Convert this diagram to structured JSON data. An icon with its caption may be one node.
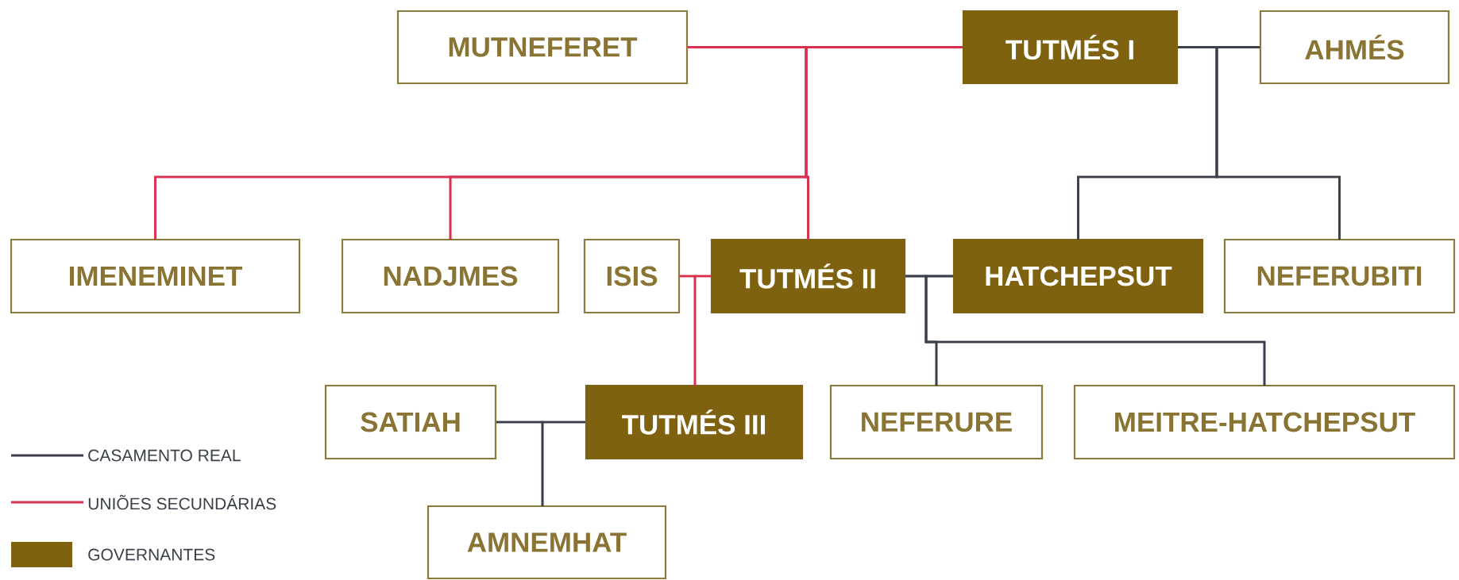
{
  "diagram": {
    "nodes": [
      {
        "text": [
          "MUTNEFERET"
        ]
      },
      {
        "text": [
          "TUTMÉS I"
        ]
      },
      {
        "text": [
          "AHMÉS"
        ]
      },
      {
        "text": [
          "IMENEMINET"
        ]
      },
      {
        "text": [
          "NADJMES"
        ]
      },
      {
        "text": [
          "ISIS"
        ]
      },
      {
        "text": [
          "TUTMÉS II"
        ]
      },
      {
        "text": [
          "HATCHEPSUT"
        ]
      },
      {
        "text": [
          "NEFERUBITI"
        ]
      },
      {
        "text": [
          "SATIAH"
        ]
      },
      {
        "text": [
          "TUTMÉS III"
        ]
      },
      {
        "text": [
          "NEFERURE"
        ]
      },
      {
        "text": [
          "MEITRE-HATCHEPSUT"
        ]
      },
      {
        "text": [
          "AMNEMHAT"
        ]
      }
    ],
    "edges": [
      {
        "from": 0,
        "to": 1,
        "arrow": "none",
        "color": "#d9304f"
      },
      {
        "from": 0,
        "to": 3,
        "arrow": "none",
        "color": "#d9304f"
      },
      {
        "from": 1,
        "to": 3,
        "arrow": "none",
        "color": "#d9304f"
      },
      {
        "from": 0,
        "to": 4,
        "arrow": "none",
        "color": "#d9304f"
      },
      {
        "from": 1,
        "to": 4,
        "arrow": "none",
        "color": "#d9304f"
      },
      {
        "from": 0,
        "to": 6,
        "arrow": "none",
        "color": "#d9304f"
      },
      {
        "from": 1,
        "to": 6,
        "arrow": "none",
        "color": "#d9304f"
      },
      {
        "from": 1,
        "to": 2,
        "arrow": "none"
      },
      {
        "from": 1,
        "to": 7,
        "arrow": "none"
      },
      {
        "from": 2,
        "to": 7,
        "arrow": "none"
      },
      {
        "from": 1,
        "to": 8,
        "arrow": "none"
      },
      {
        "from": 2,
        "to": 8,
        "arrow": "none"
      },
      {
        "from": 5,
        "to": 6,
        "arrow": "none",
        "color": "#d9304f"
      },
      {
        "from": 5,
        "to": 10,
        "arrow": "none",
        "color": "#d9304f"
      },
      {
        "from": 6,
        "to": 10,
        "arrow": "none",
        "color": "#d9304f"
      },
      {
        "from": 6,
        "to": 7,
        "arrow": "none"
      },
      {
        "from": 6,
        "to": 11,
        "arrow": "none"
      },
      {
        "from": 7,
        "to": 11,
        "arrow": "none"
      },
      {
        "from": 6,
        "to": 12,
        "arrow": "none"
      },
      {
        "from": 7,
        "to": 12,
        "arrow": "none"
      },
      {
        "from": 9,
        "to": 10,
        "arrow": "none"
      },
      {
        "from": 9,
        "to": 13,
        "arrow": "none"
      },
      {
        "from": 10,
        "to": 13,
        "arrow": "none"
      }
    ],
    "legend": [
      {
        "text": "CASAMENTO REAL"
      },
      {
        "text": "UNIÕES SECUNDÁRIAS"
      },
      {
        "text": "GOVERNANTES",
        "color": "#7f6210"
      }
    ]
  }
}
